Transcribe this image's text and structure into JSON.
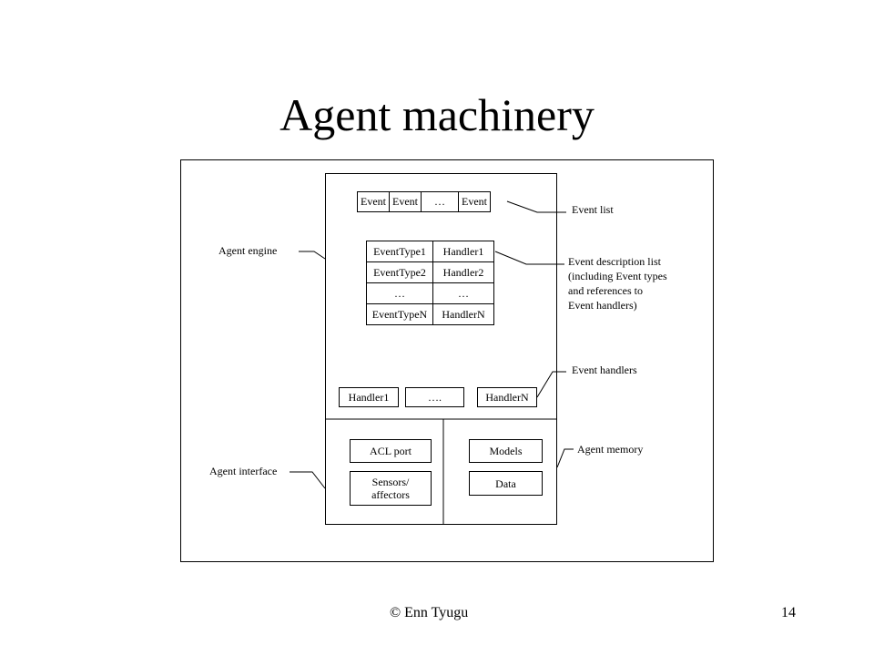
{
  "slide": {
    "title": "Agent machinery",
    "footer_author": "© Enn Tyugu",
    "page_number": "14"
  },
  "event_list": {
    "cells": [
      "Event",
      "Event",
      "…",
      "Event"
    ]
  },
  "event_description_list": {
    "rows": [
      [
        "EventType1",
        "Handler1"
      ],
      [
        "EventType2",
        "Handler2"
      ],
      [
        "…",
        "…"
      ],
      [
        "EventTypeN",
        "HandlerN"
      ]
    ]
  },
  "handlers": {
    "first": "Handler1",
    "middle": "….",
    "last": "HandlerN"
  },
  "interface_boxes": {
    "acl_port": "ACL port",
    "sensors_line1": "Sensors/",
    "sensors_line2": "affectors"
  },
  "memory_boxes": {
    "models": "Models",
    "data": "Data"
  },
  "labels": {
    "agent_engine": "Agent engine",
    "agent_interface": "Agent interface",
    "event_list": "Event list",
    "event_description_list": [
      "Event description list",
      "(including Event types",
      "and references to",
      "Event handlers)"
    ],
    "event_handlers": "Event handlers",
    "agent_memory": "Agent memory"
  }
}
